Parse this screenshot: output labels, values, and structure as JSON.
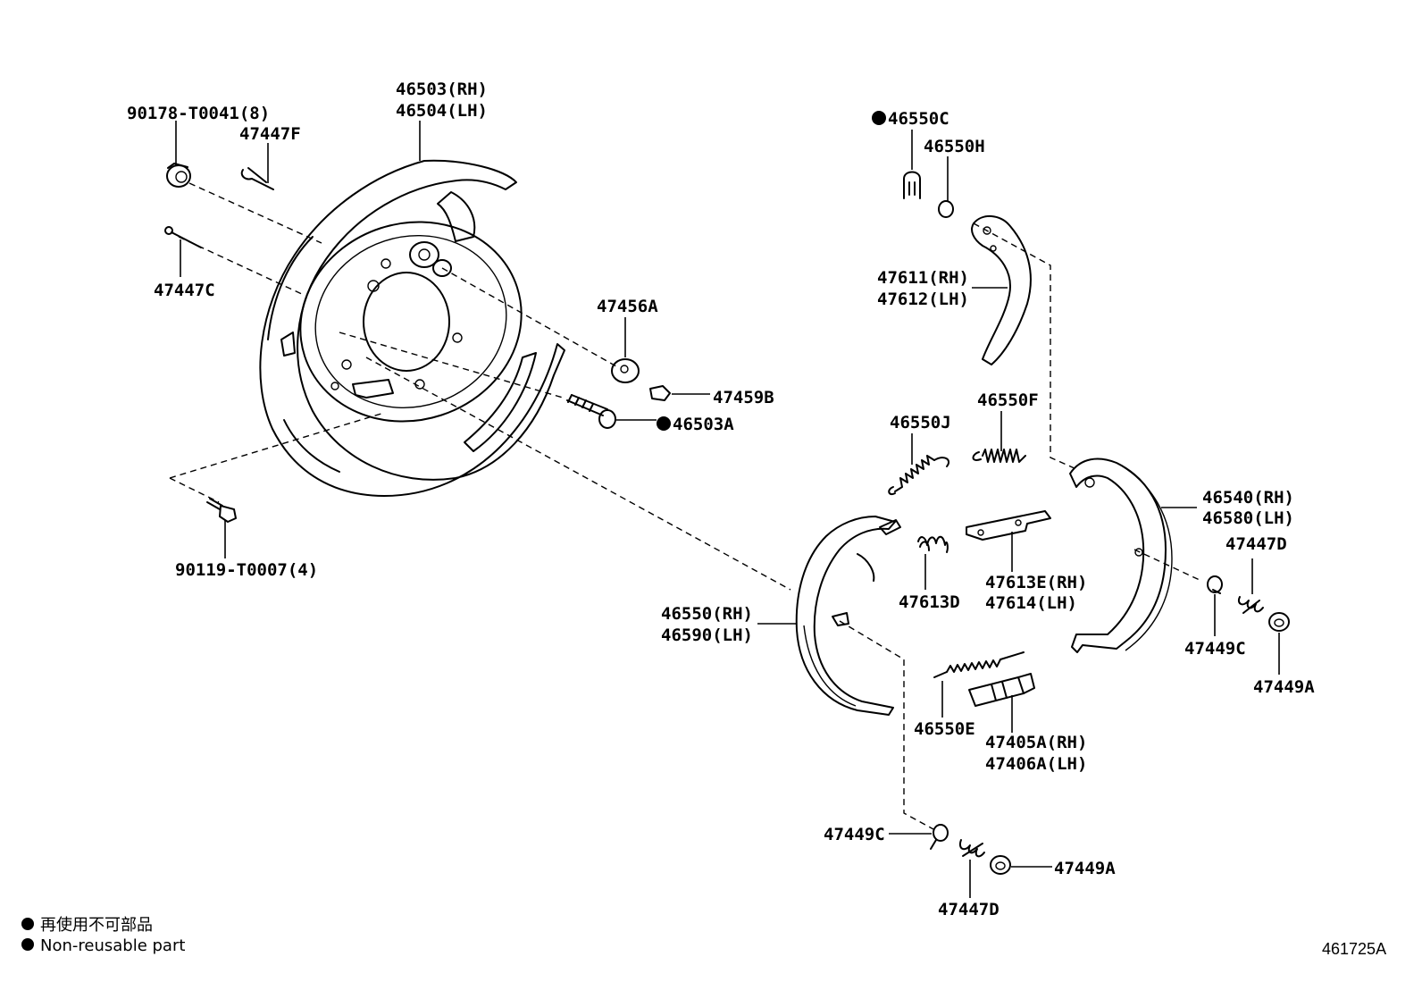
{
  "labels": {
    "p90178": "90178-T0041(8)",
    "p47447F": "47447F",
    "p46503": "46503(RH)",
    "p46504": "46504(LH)",
    "p47447C": "47447C",
    "p47456A": "47456A",
    "p47459B": "47459B",
    "p46503A": "46503A",
    "p90119": "90119-T0007(4)",
    "p46550C": "46550C",
    "p46550H": "46550H",
    "p47611": "47611(RH)",
    "p47612": "47612(LH)",
    "p46550F": "46550F",
    "p46550J": "46550J",
    "p46540": "46540(RH)",
    "p46580": "46580(LH)",
    "p47447D_a": "47447D",
    "p47613D": "47613D",
    "p47613E": "47613E(RH)",
    "p47614": "47614(LH)",
    "p46550": "46550(RH)",
    "p46590": "46590(LH)",
    "p47449C_a": "47449C",
    "p47449A_a": "47449A",
    "p46550E": "46550E",
    "p47405A": "47405A(RH)",
    "p47406A": "47406A(LH)",
    "p47449C_b": "47449C",
    "p47449A_b": "47449A",
    "p47447D_b": "47447D"
  },
  "legend": {
    "line1": "再使用不可部品",
    "line2": "Non-reusable part"
  },
  "diagram_code": "461725A"
}
